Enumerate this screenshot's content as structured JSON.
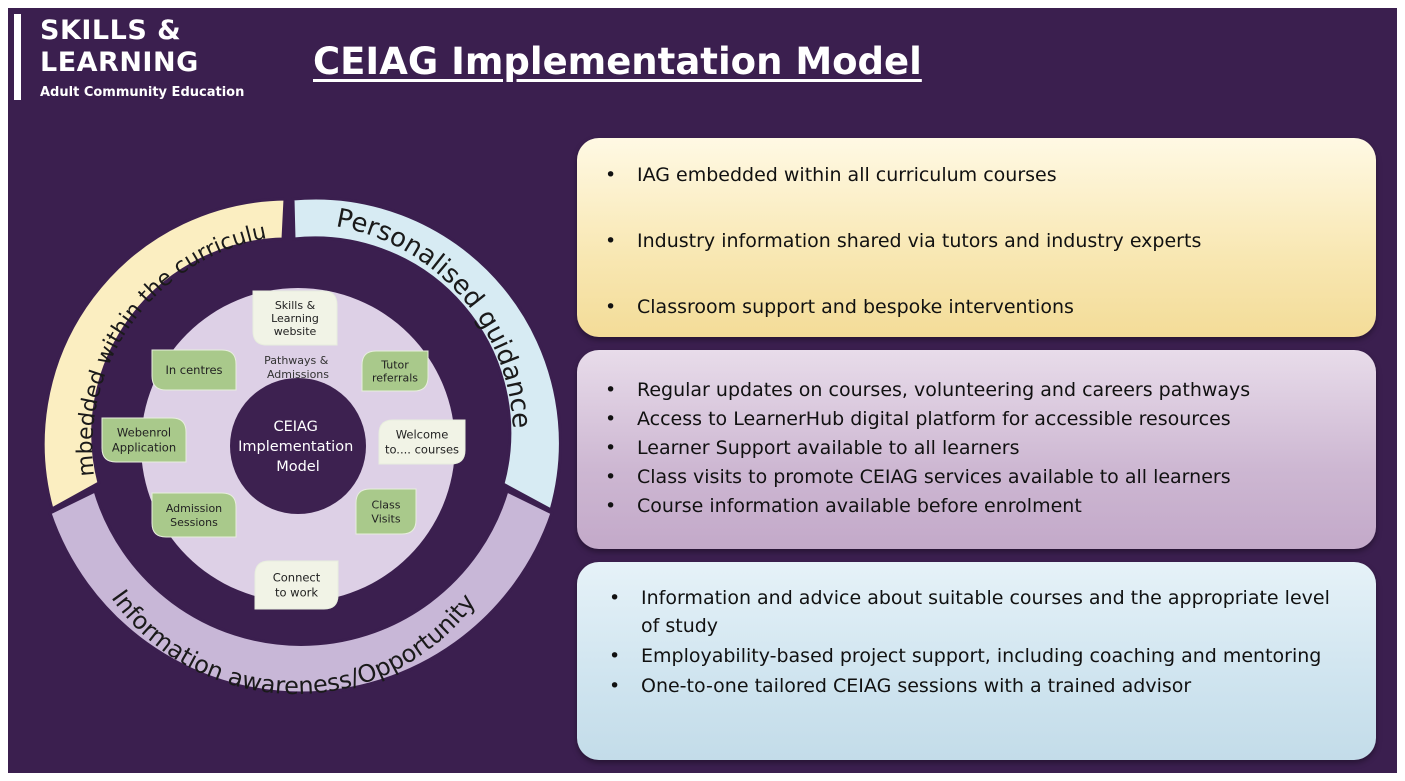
{
  "logo": {
    "line1": "SKILLS &",
    "line2": "LEARNING",
    "subtitle": "Adult Community Education"
  },
  "title": "CEIAG Implementation Model",
  "wheel": {
    "segments": [
      "Embedded within the curriculum",
      "Personalised guidance",
      "Information awareness/Opportunity"
    ],
    "center": [
      "CEIAG",
      "Implementation",
      "Model"
    ],
    "pathways_label": [
      "Pathways &",
      "Admissions"
    ],
    "tiles": [
      {
        "lines": [
          "Skills &",
          "Learning",
          "website"
        ]
      },
      {
        "lines": [
          "Tutor",
          "referrals"
        ]
      },
      {
        "lines": [
          "Welcome",
          "to.... courses"
        ]
      },
      {
        "lines": [
          "Class",
          "Visits"
        ]
      },
      {
        "lines": [
          "Connect",
          "to work"
        ]
      },
      {
        "lines": [
          "Admission",
          "Sessions"
        ]
      },
      {
        "lines": [
          "Webenrol",
          "Application"
        ]
      },
      {
        "lines": [
          "In centres"
        ]
      }
    ]
  },
  "boxes": [
    {
      "items": [
        "IAG embedded within all curriculum courses",
        "Industry information shared via tutors and industry experts",
        "Classroom support and bespoke interventions"
      ]
    },
    {
      "items": [
        "Regular updates on courses, volunteering and careers pathways",
        "Access to LearnerHub digital platform for accessible resources",
        "Learner Support available to all learners",
        "Class visits to promote CEIAG services available to all learners",
        "Course information available before enrolment"
      ]
    },
    {
      "items": [
        "Information and advice about suitable courses and the appropriate level of study",
        "Employability-based project support, including coaching and mentoring",
        "One-to-one tailored CEIAG sessions with a trained advisor"
      ]
    }
  ],
  "colors": {
    "background": "#3b1f4f",
    "segment_yellow": "#fbeec1",
    "segment_blue": "#d7ebf3",
    "segment_purple": "#c8b7d7",
    "tile_green": "#a9c98b",
    "ring_lilac": "#ddd0e6",
    "center": "#3d2150"
  }
}
